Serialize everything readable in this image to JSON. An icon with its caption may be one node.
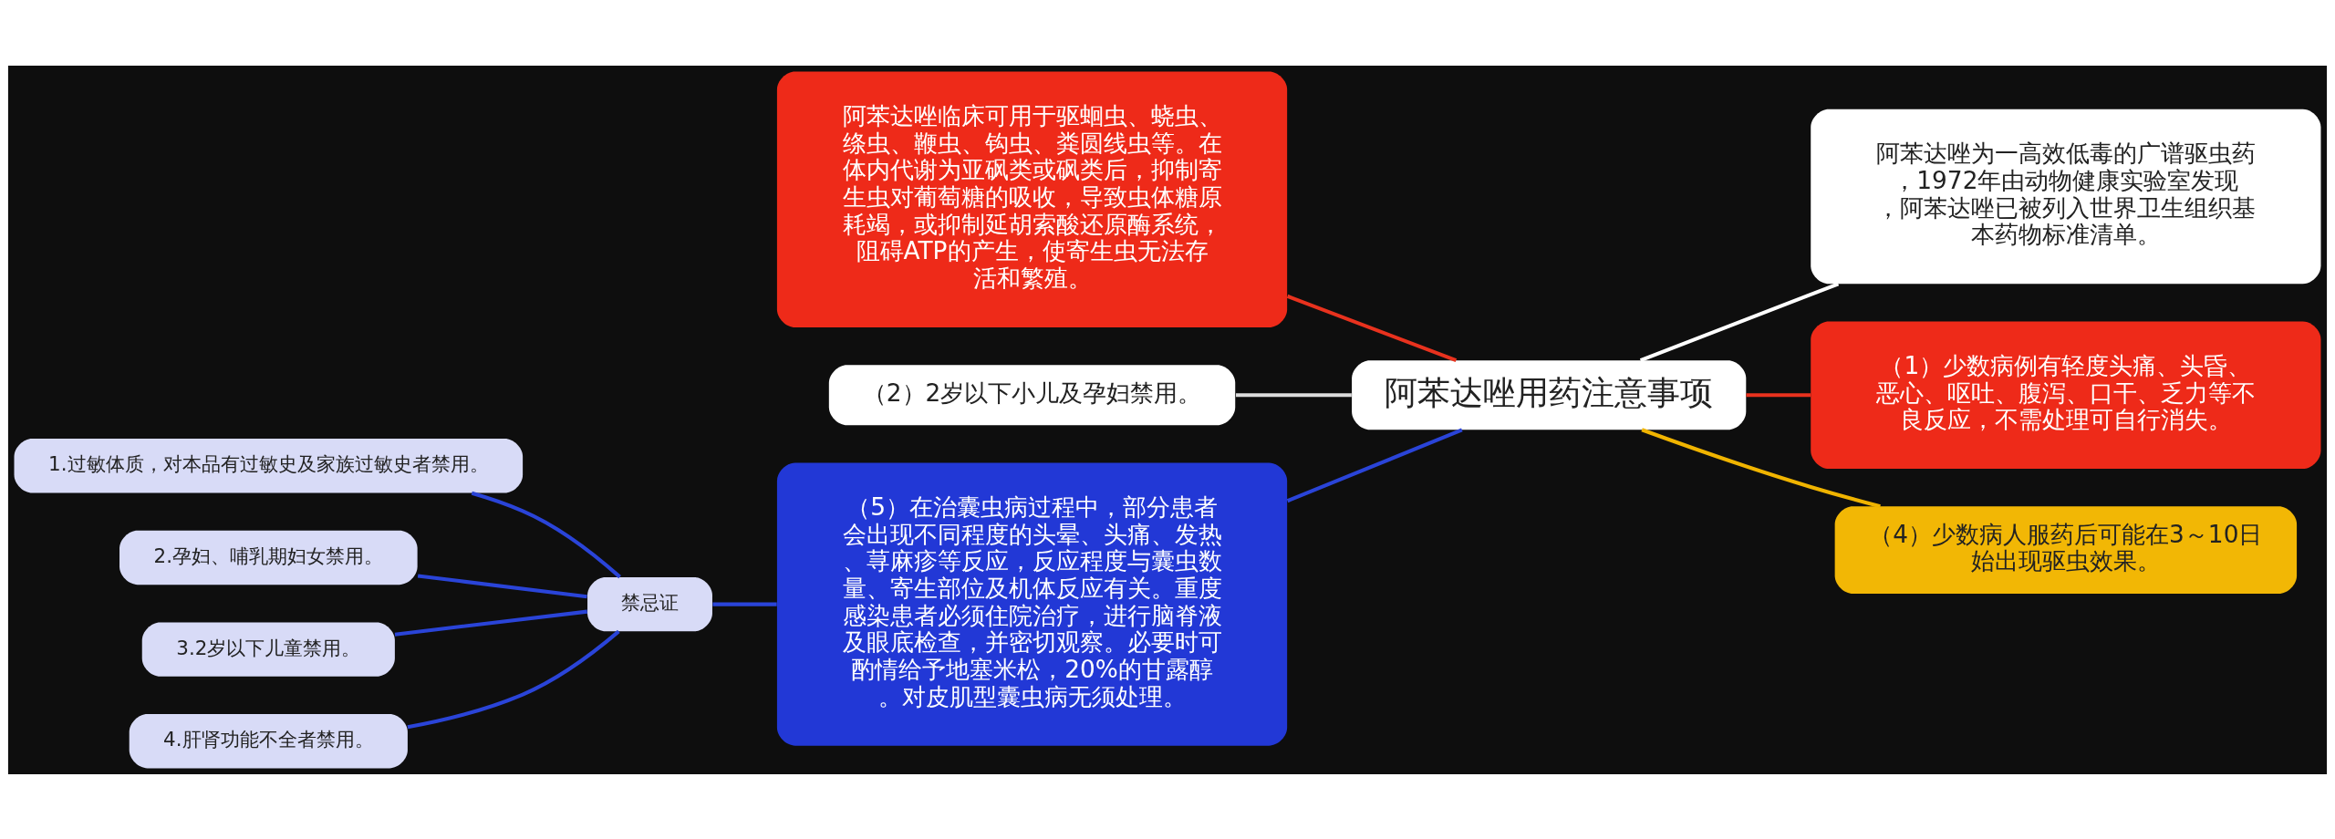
{
  "diagram": {
    "nodes": [
      {
        "text": [
          "阿苯达唑用药注意事项"
        ]
      },
      {
        "text": [
          "阿苯达唑临床可用于驱蛔虫、蛲虫、绦虫、鞭虫、钩虫、粪圆线虫等。在体内代谢为亚砜类或砜类后，抑制寄生虫对葡萄糖的吸收，导致虫体糖原耗竭，或抑制延胡索酸还原酶系统，阻碍ATP的产生，使寄生虫无法存活和繁殖。"
        ]
      },
      {
        "text": [
          "（2）2岁以下小儿及孕妇禁用。"
        ]
      },
      {
        "text": [
          "（5）在治囊虫病过程中，部分患者会出现不同程度的头晕、头痛、发热、荨麻疹等反应，反应程度与囊虫数量、寄生部位及机体反应有关。重度感染患者必须住院治疗，进行脑脊液及眼底检查，并密切观察。必要时可酌情给予地塞米松，20%的甘露醇。对皮肌型囊虫病无须处理。"
        ]
      },
      {
        "text": [
          "禁忌证"
        ]
      },
      {
        "text": [
          "1.过敏体质，对本品有过敏史及家族过敏史者禁用。"
        ]
      },
      {
        "text": [
          "2.孕妇、哺乳期妇女禁用。"
        ]
      },
      {
        "text": [
          "3.2岁以下儿童禁用。"
        ]
      },
      {
        "text": [
          "4.肝肾功能不全者禁用。"
        ]
      },
      {
        "text": [
          "阿苯达唑为一高效低毒的广谱驱虫药，1972年由动物健康实验室发现，阿苯达唑已被列入世界卫生组织基本药物标准清单。"
        ]
      },
      {
        "text": [
          "（1）少数病例有轻度头痛、头昏、恶心、呕吐、腹泻、口干、乏力等不良反应，不需处理可自行消失。"
        ]
      },
      {
        "text": [
          "（4）少数病人服药后可能在3～10日始出现驱虫效果。"
        ]
      }
    ],
    "edges": [
      {
        "from": 0,
        "to": 1,
        "arrow": "none",
        "color": "#e8321e"
      },
      {
        "from": 0,
        "to": 2,
        "arrow": "none",
        "color": "#dddddd"
      },
      {
        "from": 0,
        "to": 3,
        "arrow": "none"
      },
      {
        "from": 3,
        "to": 4,
        "arrow": "none"
      },
      {
        "from": 4,
        "to": 5,
        "arrow": "none"
      },
      {
        "from": 4,
        "to": 6,
        "arrow": "none"
      },
      {
        "from": 4,
        "to": 7,
        "arrow": "none"
      },
      {
        "from": 4,
        "to": 8,
        "arrow": "none"
      },
      {
        "from": 0,
        "to": 9,
        "arrow": "none",
        "color": "#ffffff"
      },
      {
        "from": 0,
        "to": 10,
        "arrow": "none",
        "color": "#e8321e"
      },
      {
        "from": 0,
        "to": 11,
        "arrow": "none",
        "color": "#f0b400"
      }
    ]
  }
}
